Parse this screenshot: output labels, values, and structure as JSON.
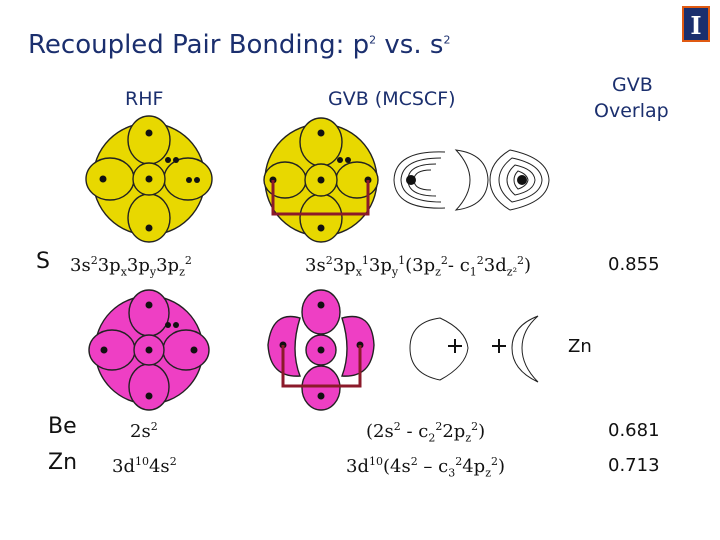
{
  "title": "Recoupled Pair Bonding: p² vs. s²",
  "headers": {
    "rhf": "RHF",
    "gvb_mcscf": "GVB (MCSCF)",
    "gvb": "GVB",
    "overlap": "Overlap"
  },
  "logo": "I",
  "rows": {
    "s": {
      "element": "S",
      "rhf_config": "3s²3pₓ3pᵧ3pz²",
      "gvb_config": "3s²3pₓ¹3pᵧ¹(3pz²- c₁²3dz²²)",
      "overlap": "0.855"
    },
    "zn_label": "Zn",
    "be": {
      "element": "Be",
      "rhf_config": "2s²",
      "gvb_config": "(2s² - c₂²2pz²)",
      "overlap": "0.681"
    },
    "zn": {
      "element": "Zn",
      "rhf_config": "3d¹⁰4s²",
      "gvb_config": "3d¹⁰(4s² – c₃²4pz²)",
      "overlap": "0.713"
    }
  },
  "colors": {
    "yellow": "#e8d800",
    "magenta": "#ee3fc4",
    "pair_line": "#8b1a2a",
    "title": "#1b2f6e"
  }
}
